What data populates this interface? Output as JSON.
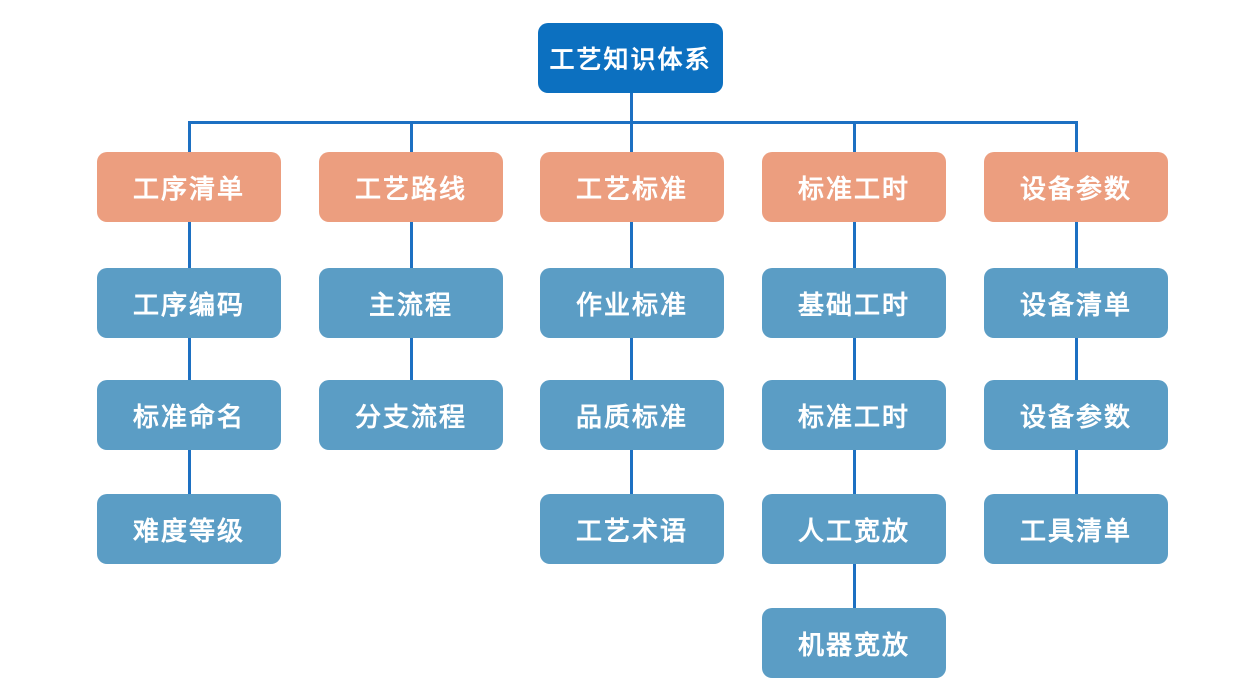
{
  "diagram": {
    "title": "工艺知识体系",
    "root": {
      "label": "工艺知识体系"
    },
    "branches": [
      {
        "label": "工序清单",
        "children": [
          "工序编码",
          "标准命名",
          "难度等级"
        ]
      },
      {
        "label": "工艺路线",
        "children": [
          "主流程",
          "分支流程"
        ]
      },
      {
        "label": "工艺标准",
        "children": [
          "作业标准",
          "品质标准",
          "工艺术语"
        ]
      },
      {
        "label": "标准工时",
        "children": [
          "基础工时",
          "标准工时",
          "人工宽放",
          "机器宽放"
        ]
      },
      {
        "label": "设备参数",
        "children": [
          "设备清单",
          "设备参数",
          "工具清单"
        ]
      }
    ],
    "colors": {
      "root": "#0c70c0",
      "branch": "#ec9e7f",
      "child": "#5b9dc5",
      "connector": "#1d70c2",
      "text": "#ffffff",
      "background": "#ffffff"
    }
  }
}
